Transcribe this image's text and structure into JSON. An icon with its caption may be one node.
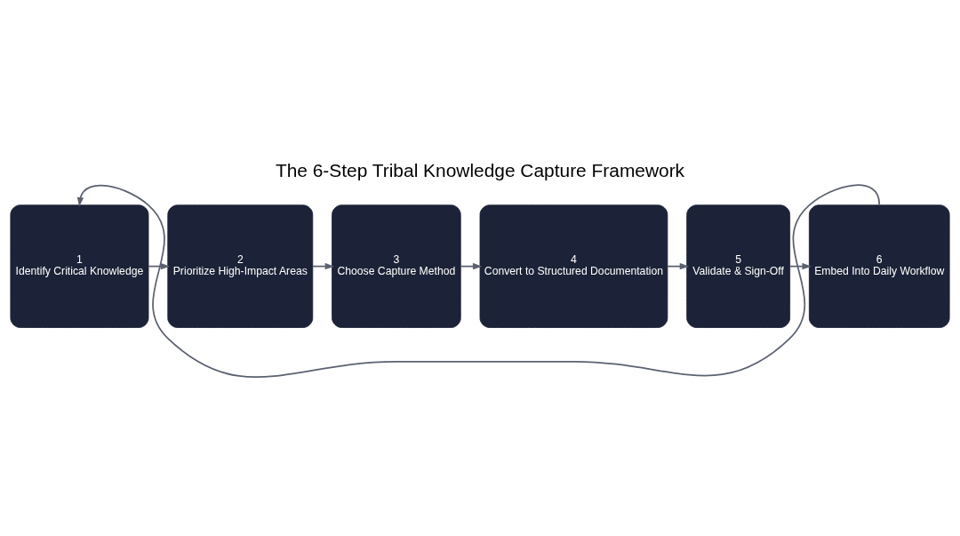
{
  "diagram": {
    "title": "The 6-Step Tribal Knowledge Capture Framework",
    "nodes": [
      {
        "text": [
          "1",
          "Identify Critical Knowledge"
        ]
      },
      {
        "text": [
          "2",
          "Prioritize High-Impact Areas"
        ]
      },
      {
        "text": [
          "3",
          "Choose Capture Method"
        ]
      },
      {
        "text": [
          "4",
          "Convert to Structured Documentation"
        ]
      },
      {
        "text": [
          "5",
          "Validate & Sign-Off"
        ]
      },
      {
        "text": [
          "6",
          "Embed Into Daily Workflow"
        ]
      }
    ],
    "edges": [
      {
        "from": 0,
        "to": 1,
        "arrow": "to"
      },
      {
        "from": 1,
        "to": 2,
        "arrow": "to"
      },
      {
        "from": 2,
        "to": 3,
        "arrow": "to"
      },
      {
        "from": 3,
        "to": 4,
        "arrow": "to"
      },
      {
        "from": 4,
        "to": 5,
        "arrow": "to"
      },
      {
        "from": 5,
        "to": 0,
        "arrow": "to"
      }
    ]
  }
}
